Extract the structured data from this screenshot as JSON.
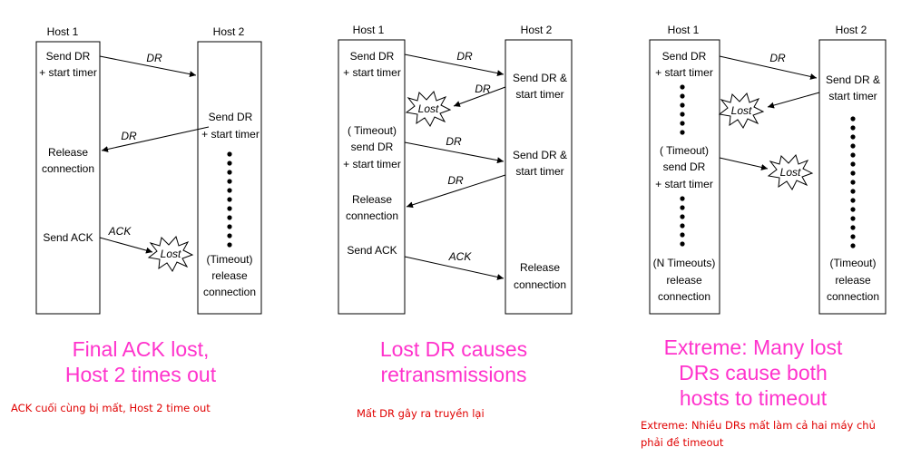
{
  "colors": {
    "caption": "#ff33cc",
    "note": "#e00000",
    "line": "#000000"
  },
  "scenarios": [
    {
      "host1": "Host 1",
      "host2": "Host 2",
      "h1": [
        "Send DR",
        "+ start timer",
        "Release",
        "connection",
        "Send ACK"
      ],
      "h2": [
        "Send DR",
        "+ start timer",
        "(Timeout)",
        "release",
        "connection"
      ],
      "msg": [
        "DR",
        "DR",
        "ACK"
      ],
      "lost": [
        "Lost"
      ],
      "caption": [
        "Final ACK lost,",
        "Host 2 times out"
      ],
      "note": [
        "ACK cuối cùng bị mất, Host 2 time out"
      ]
    },
    {
      "host1": "Host 1",
      "host2": "Host 2",
      "h1": [
        "Send DR",
        "+ start timer",
        "( Timeout)",
        "send DR",
        "+ start timer",
        "Release",
        "connection",
        "Send ACK"
      ],
      "h2": [
        "Send DR &",
        "start timer",
        "Send DR &",
        "start timer",
        "Release",
        "connection"
      ],
      "msg": [
        "DR",
        "DR",
        "DR",
        "DR",
        "ACK"
      ],
      "lost": [
        "Lost"
      ],
      "caption": [
        "Lost DR causes",
        "retransmissions"
      ],
      "note": [
        "Mất DR gây ra truyền lại"
      ]
    },
    {
      "host1": "Host 1",
      "host2": "Host 2",
      "h1": [
        "Send DR",
        "+ start timer",
        "( Timeout)",
        "send DR",
        "+ start timer",
        "(N Timeouts)",
        "release",
        "connection"
      ],
      "h2": [
        "Send DR &",
        "start timer",
        "(Timeout)",
        "release",
        "connection"
      ],
      "msg": [
        "DR"
      ],
      "lost": [
        "Lost",
        "Lost"
      ],
      "caption": [
        "Extreme: Many lost",
        "DRs cause both",
        "hosts to timeout"
      ],
      "note": [
        "Extreme: Nhiều DRs mất làm cả hai máy chủ",
        "phải đề timeout"
      ]
    }
  ]
}
